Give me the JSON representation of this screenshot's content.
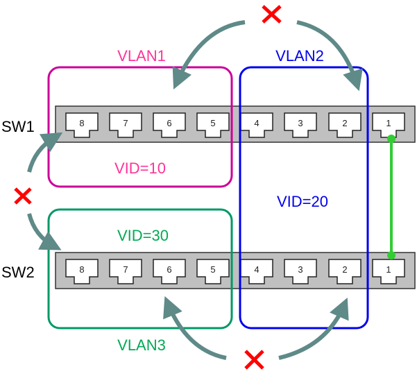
{
  "switches": [
    {
      "id": "sw1",
      "label": "SW1",
      "ports": [
        "8",
        "7",
        "6",
        "5",
        "4",
        "3",
        "2",
        "1"
      ]
    },
    {
      "id": "sw2",
      "label": "SW2",
      "ports": [
        "8",
        "7",
        "6",
        "5",
        "4",
        "3",
        "2",
        "1"
      ]
    }
  ],
  "vlans": [
    {
      "id": "vlan1",
      "name": "VLAN1",
      "vid_label": "VID=10",
      "color": "#cc0099",
      "text_color": "#ff3399",
      "member_ports": {
        "sw1": [
          "8",
          "7",
          "6",
          "5"
        ]
      }
    },
    {
      "id": "vlan2",
      "name": "VLAN2",
      "vid_label": "VID=20",
      "color": "#0000ee",
      "text_color": "#0000ee",
      "member_ports": {
        "sw1": [
          "4",
          "3",
          "2"
        ],
        "sw2": [
          "4",
          "3",
          "2"
        ]
      }
    },
    {
      "id": "vlan3",
      "name": "VLAN3",
      "vid_label": "VID=30",
      "color": "#009966",
      "text_color": "#00aa55",
      "member_ports": {
        "sw2": [
          "8",
          "7",
          "6",
          "5"
        ]
      }
    }
  ],
  "link": {
    "from": "sw1-port-1",
    "to": "sw2-port-1",
    "color": "#33cc33"
  },
  "blocked_paths": [
    {
      "between": [
        "VLAN1",
        "VLAN2"
      ],
      "symbol": "✕",
      "color": "#ff0000"
    },
    {
      "between": [
        "VLAN1",
        "VLAN3"
      ],
      "symbol": "✕",
      "color": "#ff0000"
    },
    {
      "between": [
        "VLAN3",
        "VLAN2"
      ],
      "symbol": "✕",
      "color": "#ff0000"
    }
  ],
  "colors": {
    "arrow": "#5e8a88",
    "switch_body": "#c0c0c0",
    "port_fill": "#ffffff"
  }
}
